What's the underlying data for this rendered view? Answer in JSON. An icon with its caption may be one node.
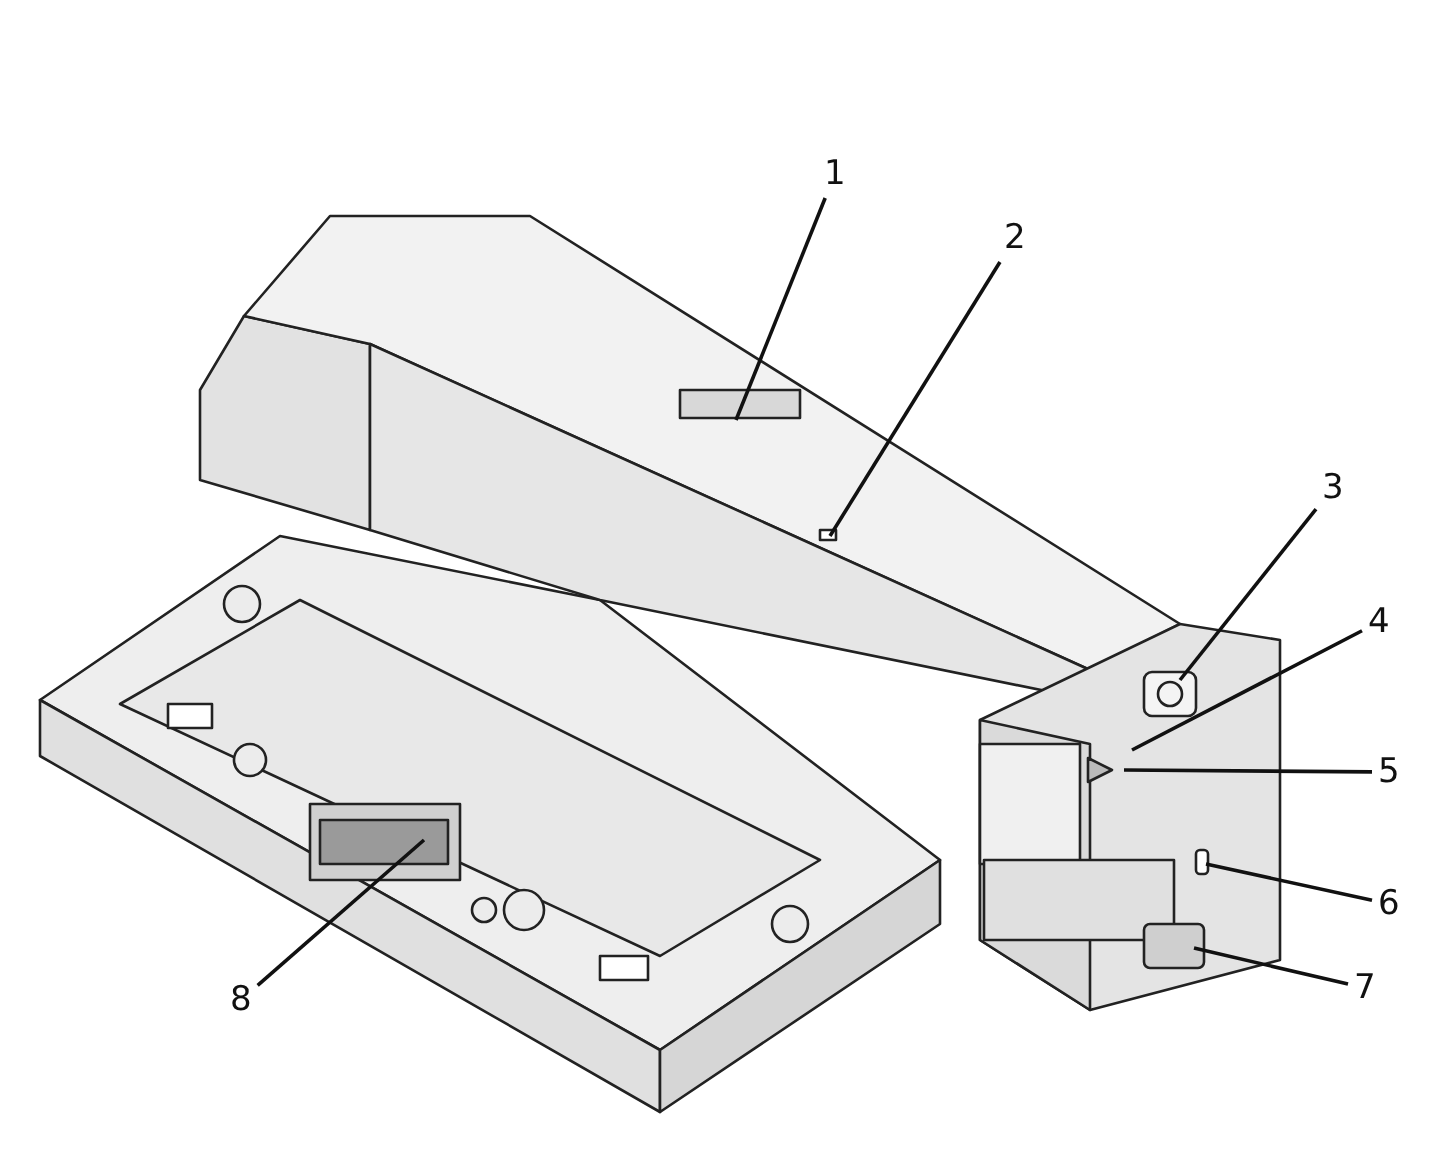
{
  "diagram": {
    "nodes": [
      {
        "text": [
          "1"
        ]
      },
      {
        "text": [
          "2"
        ]
      },
      {
        "text": [
          "3"
        ]
      },
      {
        "text": [
          "4"
        ]
      },
      {
        "text": [
          "5"
        ]
      },
      {
        "text": [
          "6"
        ]
      },
      {
        "text": [
          "7"
        ]
      },
      {
        "text": [
          "8"
        ]
      }
    ],
    "edges": [
      {
        "from": 0,
        "to": null,
        "arrow": "none"
      },
      {
        "from": 1,
        "to": null,
        "arrow": "none"
      },
      {
        "from": 2,
        "to": null,
        "arrow": "none"
      },
      {
        "from": 3,
        "to": null,
        "arrow": "none"
      },
      {
        "from": 4,
        "to": null,
        "arrow": "none"
      },
      {
        "from": 5,
        "to": null,
        "arrow": "none"
      },
      {
        "from": 6,
        "to": null,
        "arrow": "none"
      },
      {
        "from": 7,
        "to": null,
        "arrow": "none"
      }
    ]
  }
}
